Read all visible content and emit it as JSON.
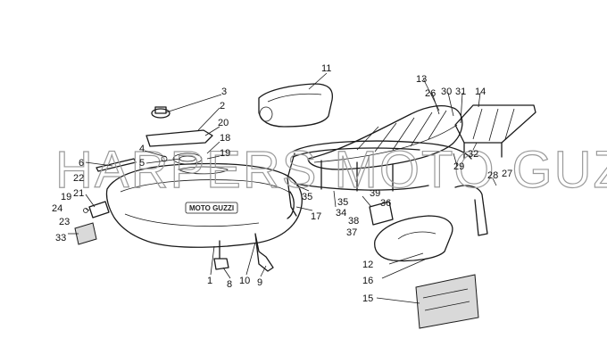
{
  "watermark": "HARPERS MOTO GUZZI©",
  "tank_lettering": "MOTO GUZZI",
  "callouts": [
    {
      "id": "c1",
      "label": "1"
    },
    {
      "id": "c2",
      "label": "2"
    },
    {
      "id": "c3",
      "label": "3"
    },
    {
      "id": "c4",
      "label": "4"
    },
    {
      "id": "c5",
      "label": "5"
    },
    {
      "id": "c6",
      "label": "6"
    },
    {
      "id": "c8",
      "label": "8"
    },
    {
      "id": "c9",
      "label": "9"
    },
    {
      "id": "c10",
      "label": "10"
    },
    {
      "id": "c11",
      "label": "11"
    },
    {
      "id": "c12",
      "label": "12"
    },
    {
      "id": "c13",
      "label": "13"
    },
    {
      "id": "c14",
      "label": "14"
    },
    {
      "id": "c15",
      "label": "15"
    },
    {
      "id": "c16",
      "label": "16"
    },
    {
      "id": "c17",
      "label": "17"
    },
    {
      "id": "c18",
      "label": "18"
    },
    {
      "id": "c19a",
      "label": "19"
    },
    {
      "id": "c19b",
      "label": "19"
    },
    {
      "id": "c20",
      "label": "20"
    },
    {
      "id": "c21",
      "label": "21"
    },
    {
      "id": "c22",
      "label": "22"
    },
    {
      "id": "c23",
      "label": "23"
    },
    {
      "id": "c24",
      "label": "24"
    },
    {
      "id": "c26",
      "label": "26"
    },
    {
      "id": "c27",
      "label": "27"
    },
    {
      "id": "c28",
      "label": "28"
    },
    {
      "id": "c29",
      "label": "29"
    },
    {
      "id": "c30",
      "label": "30"
    },
    {
      "id": "c31",
      "label": "31"
    },
    {
      "id": "c32",
      "label": "32"
    },
    {
      "id": "c33",
      "label": "33"
    },
    {
      "id": "c34",
      "label": "34"
    },
    {
      "id": "c35a",
      "label": "35"
    },
    {
      "id": "c35b",
      "label": "35"
    },
    {
      "id": "c36",
      "label": "36"
    },
    {
      "id": "c37",
      "label": "37"
    },
    {
      "id": "c38",
      "label": "38"
    },
    {
      "id": "c39",
      "label": "39"
    }
  ]
}
